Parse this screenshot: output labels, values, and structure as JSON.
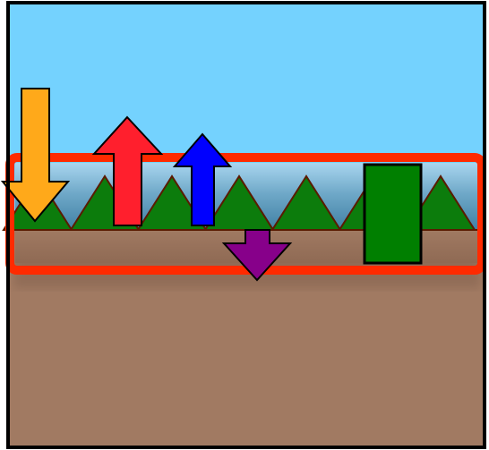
{
  "scene": {
    "sky_color": "#74d2fe",
    "ground_color": "#a17a62",
    "frame_color": "#000000",
    "highlight_color": "#ff2a00",
    "tree_color": "#0c7c0c",
    "tree_outline_color": "#5a1a00"
  },
  "arrows": [
    {
      "name": "orange-arrow-down-icon",
      "direction": "down",
      "color": "#ffa91a"
    },
    {
      "name": "red-arrow-up-icon",
      "direction": "up",
      "color": "#ff1f2d"
    },
    {
      "name": "blue-arrow-up-icon",
      "direction": "up",
      "color": "#0000ff"
    },
    {
      "name": "purple-arrow-down-icon",
      "direction": "down",
      "color": "#87008a"
    }
  ],
  "obstacle": {
    "name": "green-block",
    "color": "#007f00"
  }
}
